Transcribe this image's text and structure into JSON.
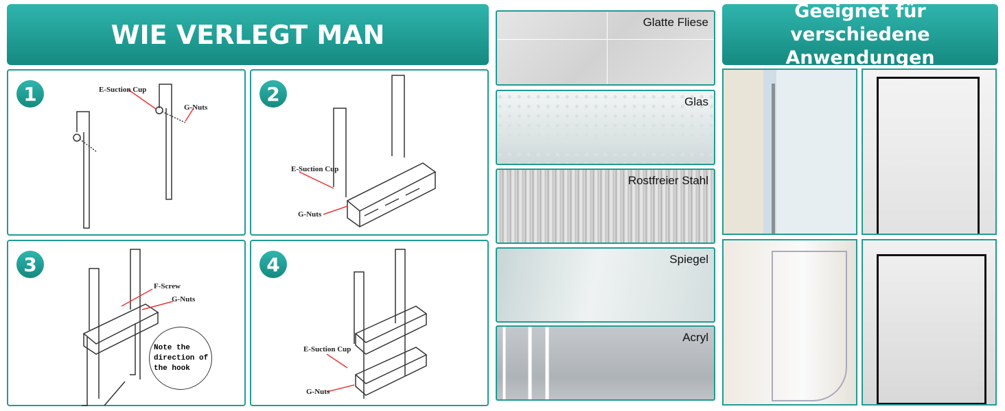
{
  "header_left": "WIE VERLEGT MAN",
  "header_right": "Geeignet für verschiedene Anwendungen",
  "steps": [
    {
      "number": "1",
      "labels": [
        "E-Suction Cup",
        "G-Nuts"
      ]
    },
    {
      "number": "2",
      "labels": [
        "E-Suction Cup",
        "G-Nuts"
      ]
    },
    {
      "number": "3",
      "labels": [
        "F-Screw",
        "G-Nuts"
      ],
      "note": "Note the direction of the hook"
    },
    {
      "number": "4",
      "labels": [
        "E-Suction Cup",
        "G-Nuts"
      ]
    }
  ],
  "surfaces": [
    "Glatte Fliese",
    "Glas",
    "Rostfreier Stahl",
    "Spiegel",
    "Acryl"
  ],
  "colors": {
    "accent": "#1f9c93",
    "header_top": "#2fb5ad",
    "header_bottom": "#158a80"
  }
}
